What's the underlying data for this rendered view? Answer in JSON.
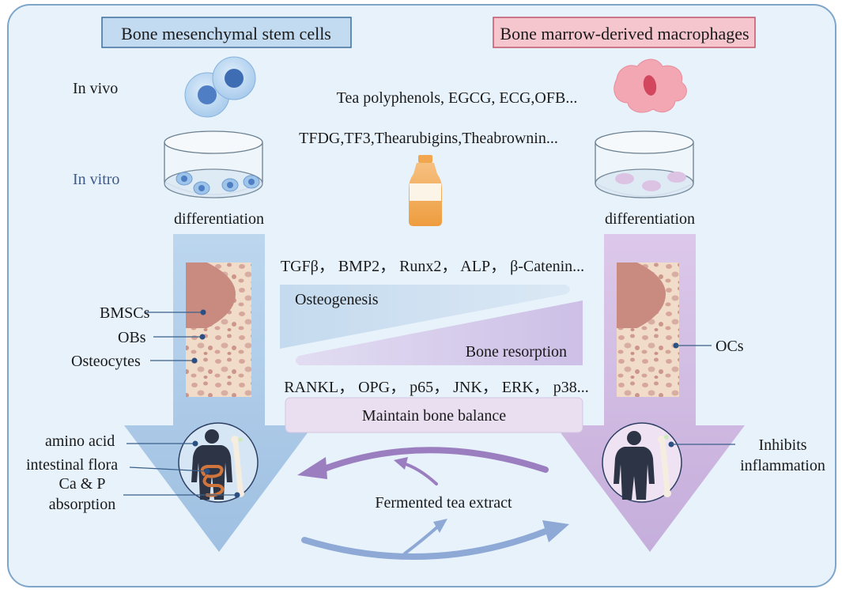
{
  "left_title": "Bone mesenchymal stem cells",
  "right_title": "Bone marrow-derived macrophages",
  "in_vivo": "In vivo",
  "in_vitro": "In vitro",
  "compounds_line1": "Tea polyphenols, EGCG, ECG,OFB...",
  "compounds_line2": "TFDG,TF3,Thearubigins,Theabrownin...",
  "left_differentiation": "differentiation",
  "right_differentiation": "differentiation",
  "osteo_markers": "TGFβ， BMP2， Runx2， ALP， β-Catenin...",
  "osteogenesis": "Osteogenesis",
  "bone_resorption": "Bone resorption",
  "resorption_markers": "RANKL， OPG， p65， JNK， ERK， p38...",
  "maintain": "Maintain bone balance",
  "bmscs": "BMSCs",
  "obs": "OBs",
  "osteocytes": "Osteocytes",
  "ocs": "OCs",
  "amino_acid": "amino acid",
  "intestinal_flora": "intestinal flora",
  "ca_p_line1": "Ca & P",
  "ca_p_line2": "absorption",
  "inhibits_line1": "Inhibits",
  "inhibits_line2": "inflammation",
  "fermented": "Fermented tea extract",
  "colors": {
    "background": "#e7f2fb",
    "frame": "#7fa6c8",
    "left_title_fill": "#c3dbf1",
    "left_title_stroke": "#3f6f9e",
    "right_title_fill": "#f6c6cf",
    "right_title_stroke": "#c0566a",
    "left_arrow": "#b5d0ea",
    "right_arrow": "#d4bfe3",
    "bone_tissue": "#f0d9c6",
    "bone_marrow": "#c98a80",
    "purple_curve": "#9a7ec0",
    "blue_curve": "#8ea9d6"
  },
  "icons": [
    "stem-cells-icon",
    "macrophage-icon",
    "petri-dish-icon",
    "tea-bottle-icon",
    "human-body-icon",
    "bone-icon",
    "intestine-icon"
  ]
}
